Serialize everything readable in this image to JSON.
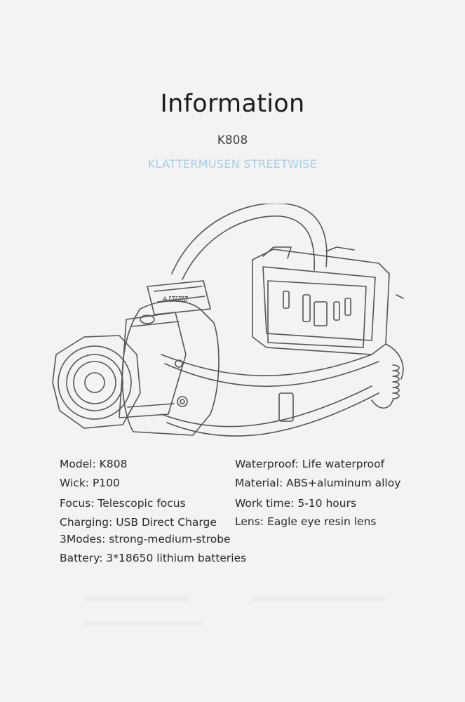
{
  "header": {
    "title": "Information",
    "model": "K808",
    "brand": "KLATTERMUSEN STREETWISE"
  },
  "illustration": {
    "icon": "headlamp-icon"
  },
  "specs": {
    "left": [
      "Model: K808",
      "Wick: P100",
      "Focus: Telescopic focus",
      "Charging: USB Direct Charge",
      "3Modes: strong-medium-strobe",
      "Battery: 3*18650 lithium batteries"
    ],
    "right": [
      "Waterproof: Life waterproof",
      "Material: ABS+aluminum alloy",
      "Work time: 5-10 hours",
      "Lens: Eagle eye resin lens"
    ]
  },
  "colors": {
    "brand": "#a7cde8",
    "background": "#f3f3f3",
    "line": "#555555"
  }
}
